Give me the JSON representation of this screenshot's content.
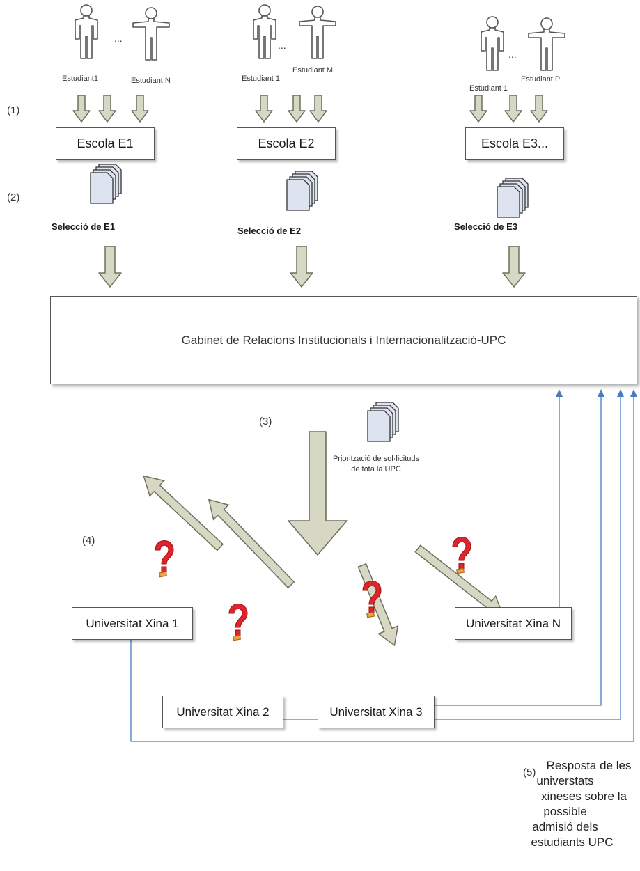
{
  "schools": [
    {
      "name": "Escola E1",
      "first_student": "Estudiant1",
      "last_student": "Estudiant N",
      "ellipsis": "...",
      "selection": "Selecció de E1"
    },
    {
      "name": "Escola E2",
      "first_student": "Estudiant 1",
      "last_student": "Estudiant M",
      "ellipsis": "...",
      "selection": "Selecció de E2"
    },
    {
      "name": "Escola E3...",
      "first_student": "Estudiant 1",
      "last_student": "Estudiant P",
      "ellipsis": "...",
      "selection": "Selecció de E3"
    }
  ],
  "steps": {
    "s1": "(1)",
    "s2": "(2)",
    "s3": "(3)",
    "s4": "(4)",
    "s5": "(5)"
  },
  "central_office": "Gabinet de Relacions Institucionals i Internacionalització-UPC",
  "prioritization": {
    "line1": "Priorització de sol·licituds",
    "line2": "de tota la UPC"
  },
  "universities": [
    "Universitat Xina 1",
    "Universitat Xina 2",
    "Universitat Xina 3",
    "Universitat Xina N"
  ],
  "response_note": [
    "Resposta de les",
    "universtats",
    "xineses sobre la",
    "possible",
    "admisió dels",
    "estudiants UPC"
  ],
  "colors": {
    "arrow_fill": "#d6d8c4",
    "arrow_stroke": "#6f6f5e",
    "feedback_line": "#4a7cc0",
    "question_mark": "#e0242b",
    "document": "#dde3ef"
  },
  "icons": [
    "student-figure-icon",
    "document-stack-icon",
    "question-mark-icon"
  ]
}
